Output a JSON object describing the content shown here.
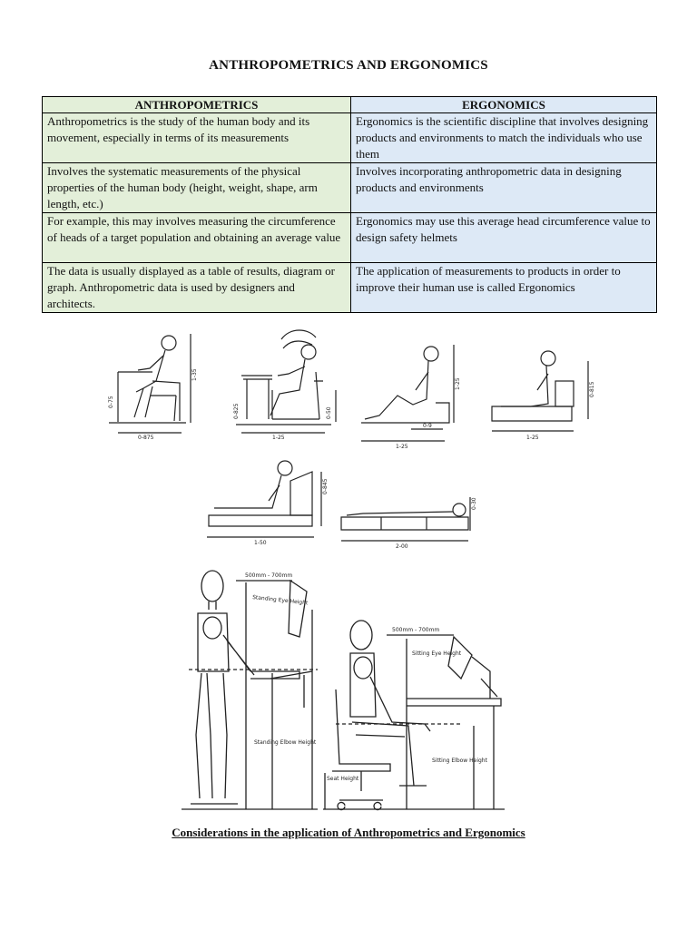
{
  "document": {
    "title": "ANTHROPOMETRICS AND ERGONOMICS",
    "caption": "Considerations in the application of Anthropometrics and Ergonomics"
  },
  "table": {
    "headers": [
      "ANTHROPOMETRICS",
      "ERGONOMICS"
    ],
    "rows": [
      [
        "Anthropometrics is the study of the human body and its movement, especially in terms of its measurements",
        "Ergonomics is the scientific discipline that involves designing products and environments to match the individuals who use them"
      ],
      [
        "Involves the systematic measurements of the physical properties of the human body (height, weight, shape, arm length, etc.)",
        "Involves incorporating anthropometric data in designing products and environments"
      ],
      [
        "For example, this may involves measuring the circumference of heads of a target population and obtaining an average value",
        "Ergonomics may use this average head circumference value to design safety helmets"
      ],
      [
        "The data is usually displayed as a table of results, diagram or graph. Anthropometric data is used by designers and architects.",
        "The application of measurements to products in order to improve their human use is called Ergonomics"
      ]
    ]
  },
  "figure_top": {
    "dims": [
      "0-875",
      "1-35",
      "0-75",
      "1-25",
      "0-825",
      "0-50",
      "1-25",
      "1-25",
      "0-9",
      "1-25",
      "0-815",
      "1-50",
      "0-845",
      "2-00",
      "0-30"
    ]
  },
  "figure_bottom": {
    "labels": [
      "500mm - 700mm",
      "Standing Eye Height",
      "Standing Elbow Height",
      "500mm - 700mm",
      "Sitting Eye Height",
      "Sitting Elbow Height",
      "Seat Height"
    ]
  }
}
